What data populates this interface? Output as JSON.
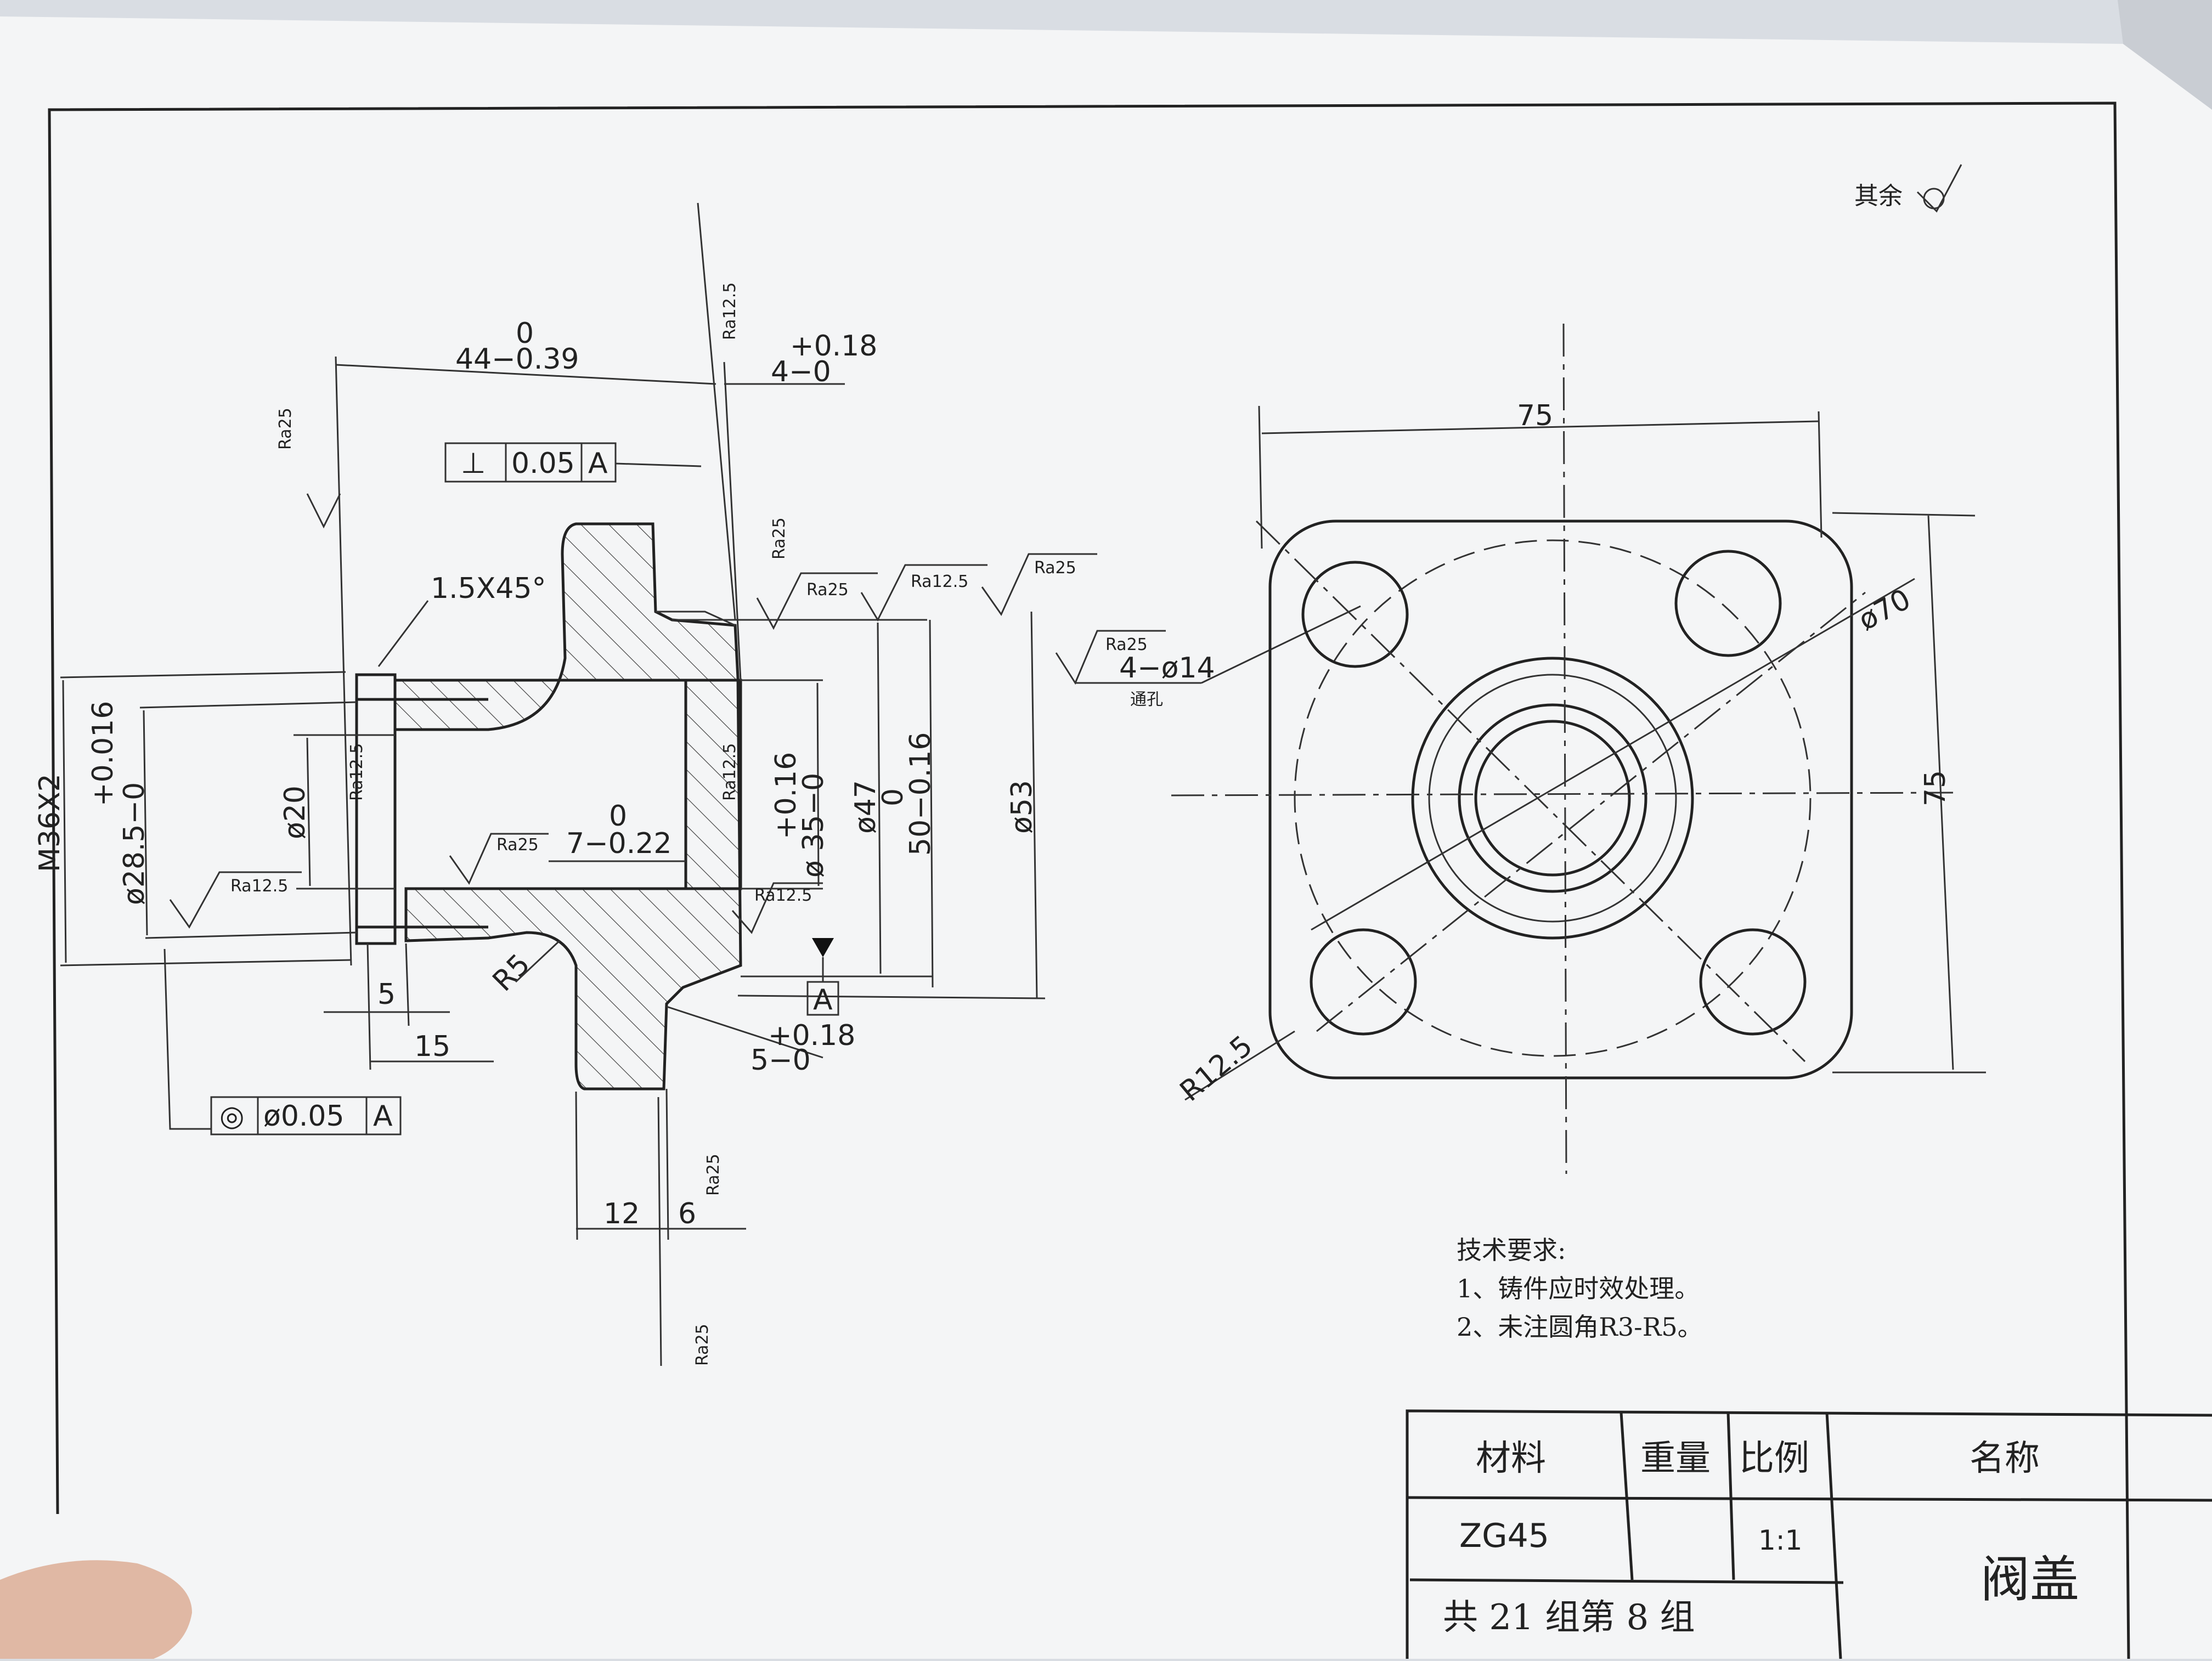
{
  "drawing": {
    "remaining_finish_label": "其余",
    "section_view": {
      "dim_overall_length_upper": "0",
      "dim_overall_length_main": "44−0.39",
      "dim_step_upper": "+0.18",
      "dim_step_main": "4−0",
      "perpendicularity_symbol": "⊥",
      "perpendicularity_tol": "0.05",
      "perpendicularity_datum": "A",
      "chamfer": "1.5X45°",
      "thread": "M36X2",
      "bore_dia_upper": "+0.016",
      "bore_dia_main": "ø28.5−0",
      "hole_dia": "ø20",
      "depth_upper": "0",
      "depth_main": "7−0.22",
      "recess_dia_upper": "+0.16",
      "recess_dia_main": "ø 35−0",
      "dia_47": "ø47",
      "dia_50_upper": "0",
      "dia_50_main": "50−0.16",
      "dia_53": "ø53",
      "fillet": "R5",
      "datum": "A",
      "dim_5": "5",
      "dim_15": "15",
      "flange_upper": "+0.18",
      "flange_main": "5−0",
      "concentricity_symbol": "◎",
      "concentricity_tol": "ø0.05",
      "concentricity_datum": "A",
      "dim_12": "12",
      "dim_6": "6",
      "hole_callout": "4−ø14",
      "through_hole": "通孔"
    },
    "roughness": {
      "ra25": "Ra25",
      "ra12_5": "Ra12.5"
    },
    "plan_view": {
      "width": "75",
      "height": "75",
      "bolt_circle": "ø70",
      "corner_radius": "R12.5"
    },
    "tech_requirements": {
      "title": "技术要求:",
      "item1": "1、铸件应时效处理。",
      "item2": "2、未注圆角R3-R5。"
    },
    "title_block": {
      "material_label": "材料",
      "weight_label": "重量",
      "scale_label": "比例",
      "name_label": "名称",
      "material": "ZG45",
      "weight": "",
      "scale": "1:1",
      "part_name": "阀盖",
      "group_info": "共 21 组第 8 组"
    }
  }
}
